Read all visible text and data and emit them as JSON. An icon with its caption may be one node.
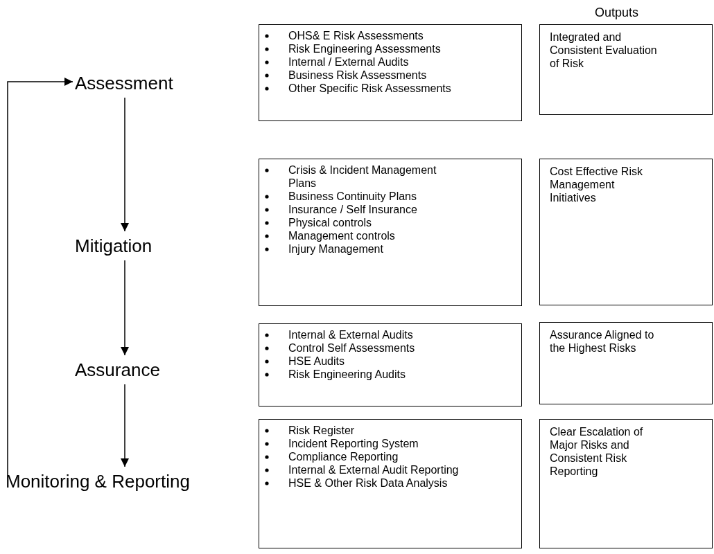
{
  "diagram": {
    "nodes": [
      {
        "text": [
          "Assessment"
        ]
      },
      {
        "text": [
          "OHS& E Risk Assessments",
          "Risk Engineering Assessments",
          "Internal / External Audits",
          "Business Risk Assessments",
          "Other Specific Risk Assessments"
        ]
      },
      {
        "text": [
          "Integrated and Consistent Evaluation of Risk"
        ]
      },
      {
        "text": [
          "Mitigation"
        ]
      },
      {
        "text": [
          "Crisis & Incident Management Plans",
          "Business Continuity Plans",
          "Insurance / Self Insurance",
          "Physical controls",
          "Management controls",
          "Injury Management"
        ]
      },
      {
        "text": [
          "Cost Effective Risk Management Initiatives"
        ]
      },
      {
        "text": [
          "Assurance"
        ]
      },
      {
        "text": [
          "Internal & External Audits",
          "Control Self Assessments",
          "HSE Audits",
          "Risk Engineering Audits"
        ]
      },
      {
        "text": [
          "Assurance Aligned to the Highest Risks"
        ]
      },
      {
        "text": [
          "Monitoring & Reporting"
        ]
      },
      {
        "text": [
          "Risk Register",
          "Incident Reporting System",
          "Compliance Reporting",
          "Internal & External Audit Reporting",
          "HSE & Other Risk Data Analysis"
        ]
      },
      {
        "text": [
          "Clear Escalation of Major Risks and Consistent Risk Reporting"
        ]
      }
    ],
    "edges": [
      {
        "from": 0,
        "to": 3,
        "arrow": "to"
      },
      {
        "from": 3,
        "to": 6,
        "arrow": "to"
      },
      {
        "from": 6,
        "to": 9,
        "arrow": "to"
      },
      {
        "from": 9,
        "to": 0,
        "arrow": "to"
      }
    ],
    "labels": [
      "Outputs"
    ]
  }
}
